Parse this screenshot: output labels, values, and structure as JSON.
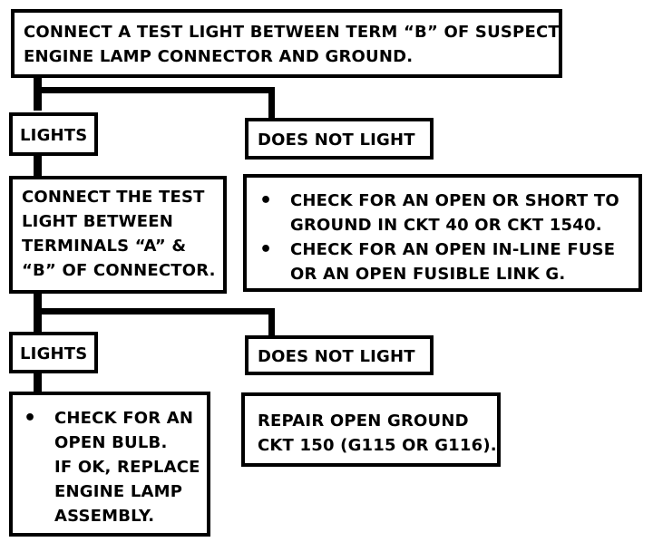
{
  "flowchart": {
    "step1": {
      "lines": [
        "CONNECT A TEST LIGHT BETWEEN TERM “B” OF SUSPECT",
        "ENGINE LAMP CONNECTOR AND GROUND."
      ]
    },
    "branch1": {
      "lights_label": "LIGHTS",
      "not_light_label": "DOES NOT LIGHT"
    },
    "step2": {
      "lines": [
        "CONNECT THE TEST",
        "LIGHT BETWEEN",
        "TERMINALS  “A” &",
        "“B” OF CONNECTOR."
      ]
    },
    "not_light_1": {
      "bullets": [
        [
          "CHECK FOR AN OPEN OR SHORT TO",
          "GROUND IN CKT 40 OR CKT 1540."
        ],
        [
          "CHECK FOR AN OPEN IN-LINE FUSE",
          "OR AN OPEN FUSIBLE LINK G."
        ]
      ]
    },
    "branch2": {
      "lights_label": "LIGHTS",
      "not_light_label": "DOES NOT LIGHT"
    },
    "lights_2": {
      "lines": [
        "CHECK FOR AN",
        "OPEN BULB.",
        "IF OK, REPLACE",
        "ENGINE LAMP",
        "ASSEMBLY."
      ]
    },
    "not_light_2": {
      "lines": [
        "REPAIR OPEN GROUND",
        "CKT 150 (G115 OR G116)."
      ]
    }
  }
}
